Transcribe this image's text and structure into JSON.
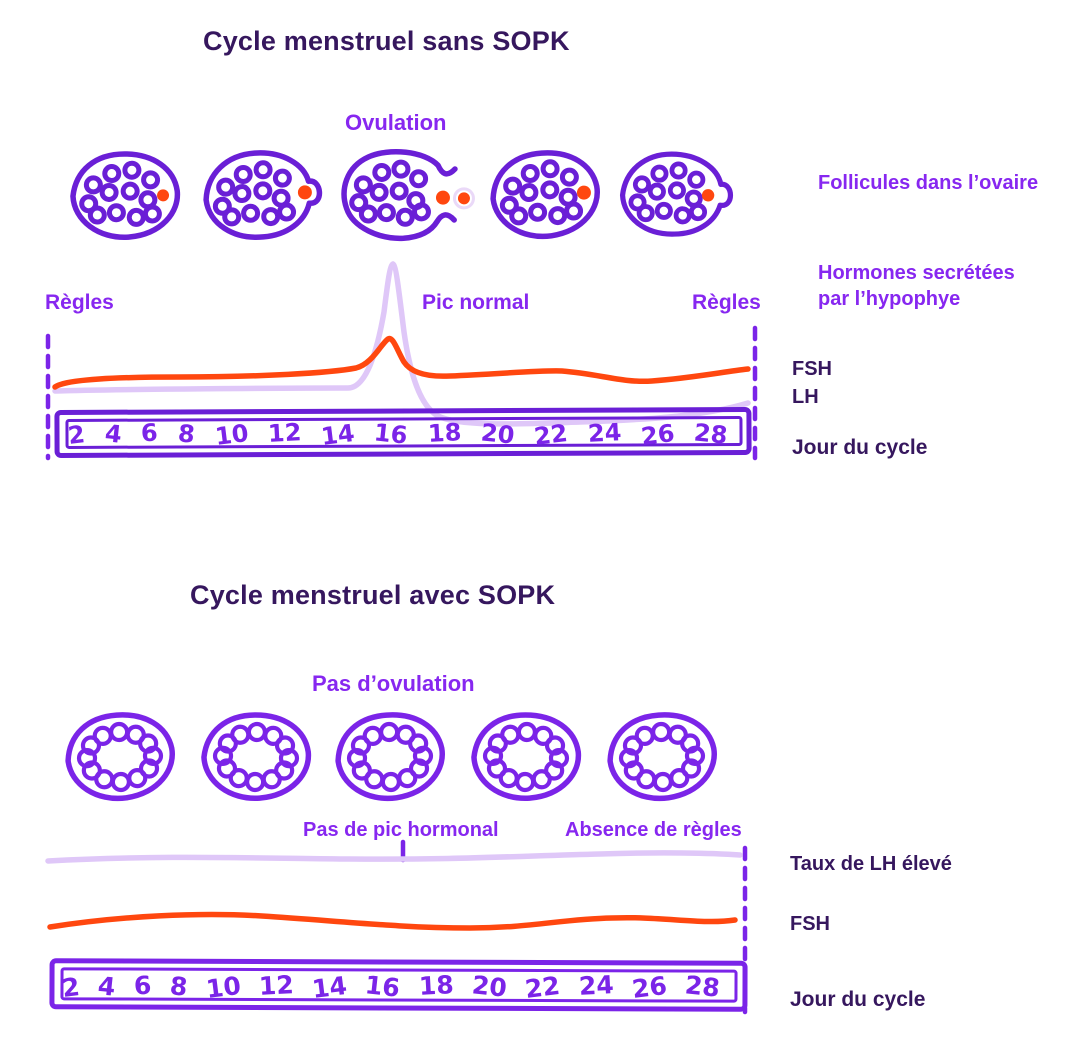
{
  "colors": {
    "dark_purple": "#36175e",
    "bright_purple": "#8727f0",
    "violet_drawing": "#6a1fd6",
    "violet_axis": "#7b24e8",
    "lh_lavender": "#dfc7f8",
    "fsh_orange": "#ff470f",
    "egg_ring": "#ead9f8"
  },
  "top": {
    "title": "Cycle menstruel sans SOPK",
    "ovulation_label": "Ovulation",
    "follicles_label": "Follicules dans l’ovaire",
    "hormones_label_line1": "Hormones secrétées",
    "hormones_label_line2": "par l’hypophye",
    "regles_left_label": "Règles",
    "pic_normal_label": "Pic normal",
    "regles_right_label": "Règles",
    "fsh_label": "FSH",
    "lh_label": "LH",
    "axis_label": "Jour du cycle",
    "days": [
      "2",
      "4",
      "6",
      "8",
      "10",
      "12",
      "14",
      "16",
      "18",
      "20",
      "22",
      "24",
      "26",
      "28"
    ]
  },
  "bottom": {
    "title": "Cycle menstruel avec SOPK",
    "no_ovulation_label": "Pas d’ovulation",
    "no_peak_label": "Pas de pic hormonal",
    "no_period_label": "Absence de règles",
    "lh_high_label": "Taux de LH élevé",
    "fsh_label": "FSH",
    "axis_label": "Jour du cycle",
    "days": [
      "2",
      "4",
      "6",
      "8",
      "10",
      "12",
      "14",
      "16",
      "18",
      "20",
      "22",
      "24",
      "26",
      "28"
    ]
  },
  "chart_data": [
    {
      "type": "line",
      "title": "Cycle menstruel sans SOPK",
      "xlabel": "Jour du cycle",
      "ylabel": "",
      "categories": [
        2,
        4,
        6,
        8,
        10,
        12,
        14,
        16,
        18,
        20,
        22,
        24,
        26,
        28
      ],
      "series": [
        {
          "name": "FSH",
          "color": "#ff470f",
          "values": [
            30,
            30,
            29,
            29,
            28,
            27,
            55,
            30,
            31,
            30,
            28,
            29,
            31,
            32
          ]
        },
        {
          "name": "LH",
          "color": "#dfc7f8",
          "values": [
            22,
            22,
            22,
            22,
            22,
            23,
            95,
            18,
            16,
            16,
            16,
            17,
            18,
            21
          ]
        }
      ],
      "ylim": [
        0,
        100
      ],
      "grid": false,
      "legend_position": "right",
      "annotations": [
        "Ovulation",
        "Follicules dans l’ovaire",
        "Hormones secrétées par l’hypophye",
        "Règles",
        "Pic normal",
        "Règles"
      ]
    },
    {
      "type": "line",
      "title": "Cycle menstruel avec SOPK",
      "xlabel": "Jour du cycle",
      "ylabel": "",
      "categories": [
        2,
        4,
        6,
        8,
        10,
        12,
        14,
        16,
        18,
        20,
        22,
        24,
        26,
        28
      ],
      "series": [
        {
          "name": "Taux de LH élevé",
          "color": "#dfc7f8",
          "values": [
            60,
            60,
            60,
            60,
            60,
            60,
            61,
            61,
            62,
            62,
            62,
            62,
            62,
            61
          ]
        },
        {
          "name": "FSH",
          "color": "#ff470f",
          "values": [
            30,
            33,
            34,
            33,
            31,
            29,
            29,
            30,
            31,
            33,
            33,
            31,
            30,
            31
          ]
        }
      ],
      "ylim": [
        0,
        100
      ],
      "grid": false,
      "legend_position": "right",
      "annotations": [
        "Pas d’ovulation",
        "Pas de pic hormonal",
        "Absence de règles"
      ]
    }
  ]
}
